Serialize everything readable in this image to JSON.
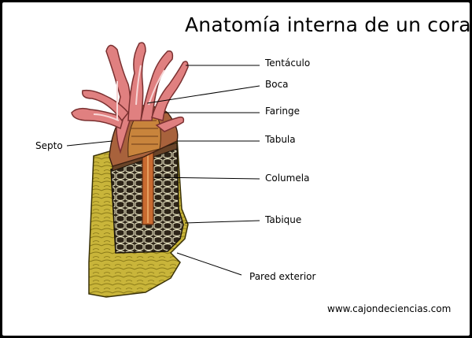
{
  "title": "Anatomía interna de un coral",
  "labels": {
    "tentaculo": "Tentáculo",
    "boca": "Boca",
    "faringe": "Faringe",
    "tabula": "Tabula",
    "columela": "Columela",
    "tabique": "Tabique",
    "pared_exterior": "Pared exterior",
    "septo": "Septo"
  },
  "footer": "www.cajondeciencias.com",
  "colors": {
    "tentacle": "#e08080",
    "tentacle_dark": "#b85a5a",
    "wall": "#c9b53a",
    "wall_dark": "#8a7a18",
    "inner": "#7a5030",
    "mesh": "#ddd8b8",
    "columela": "#c86a30"
  }
}
